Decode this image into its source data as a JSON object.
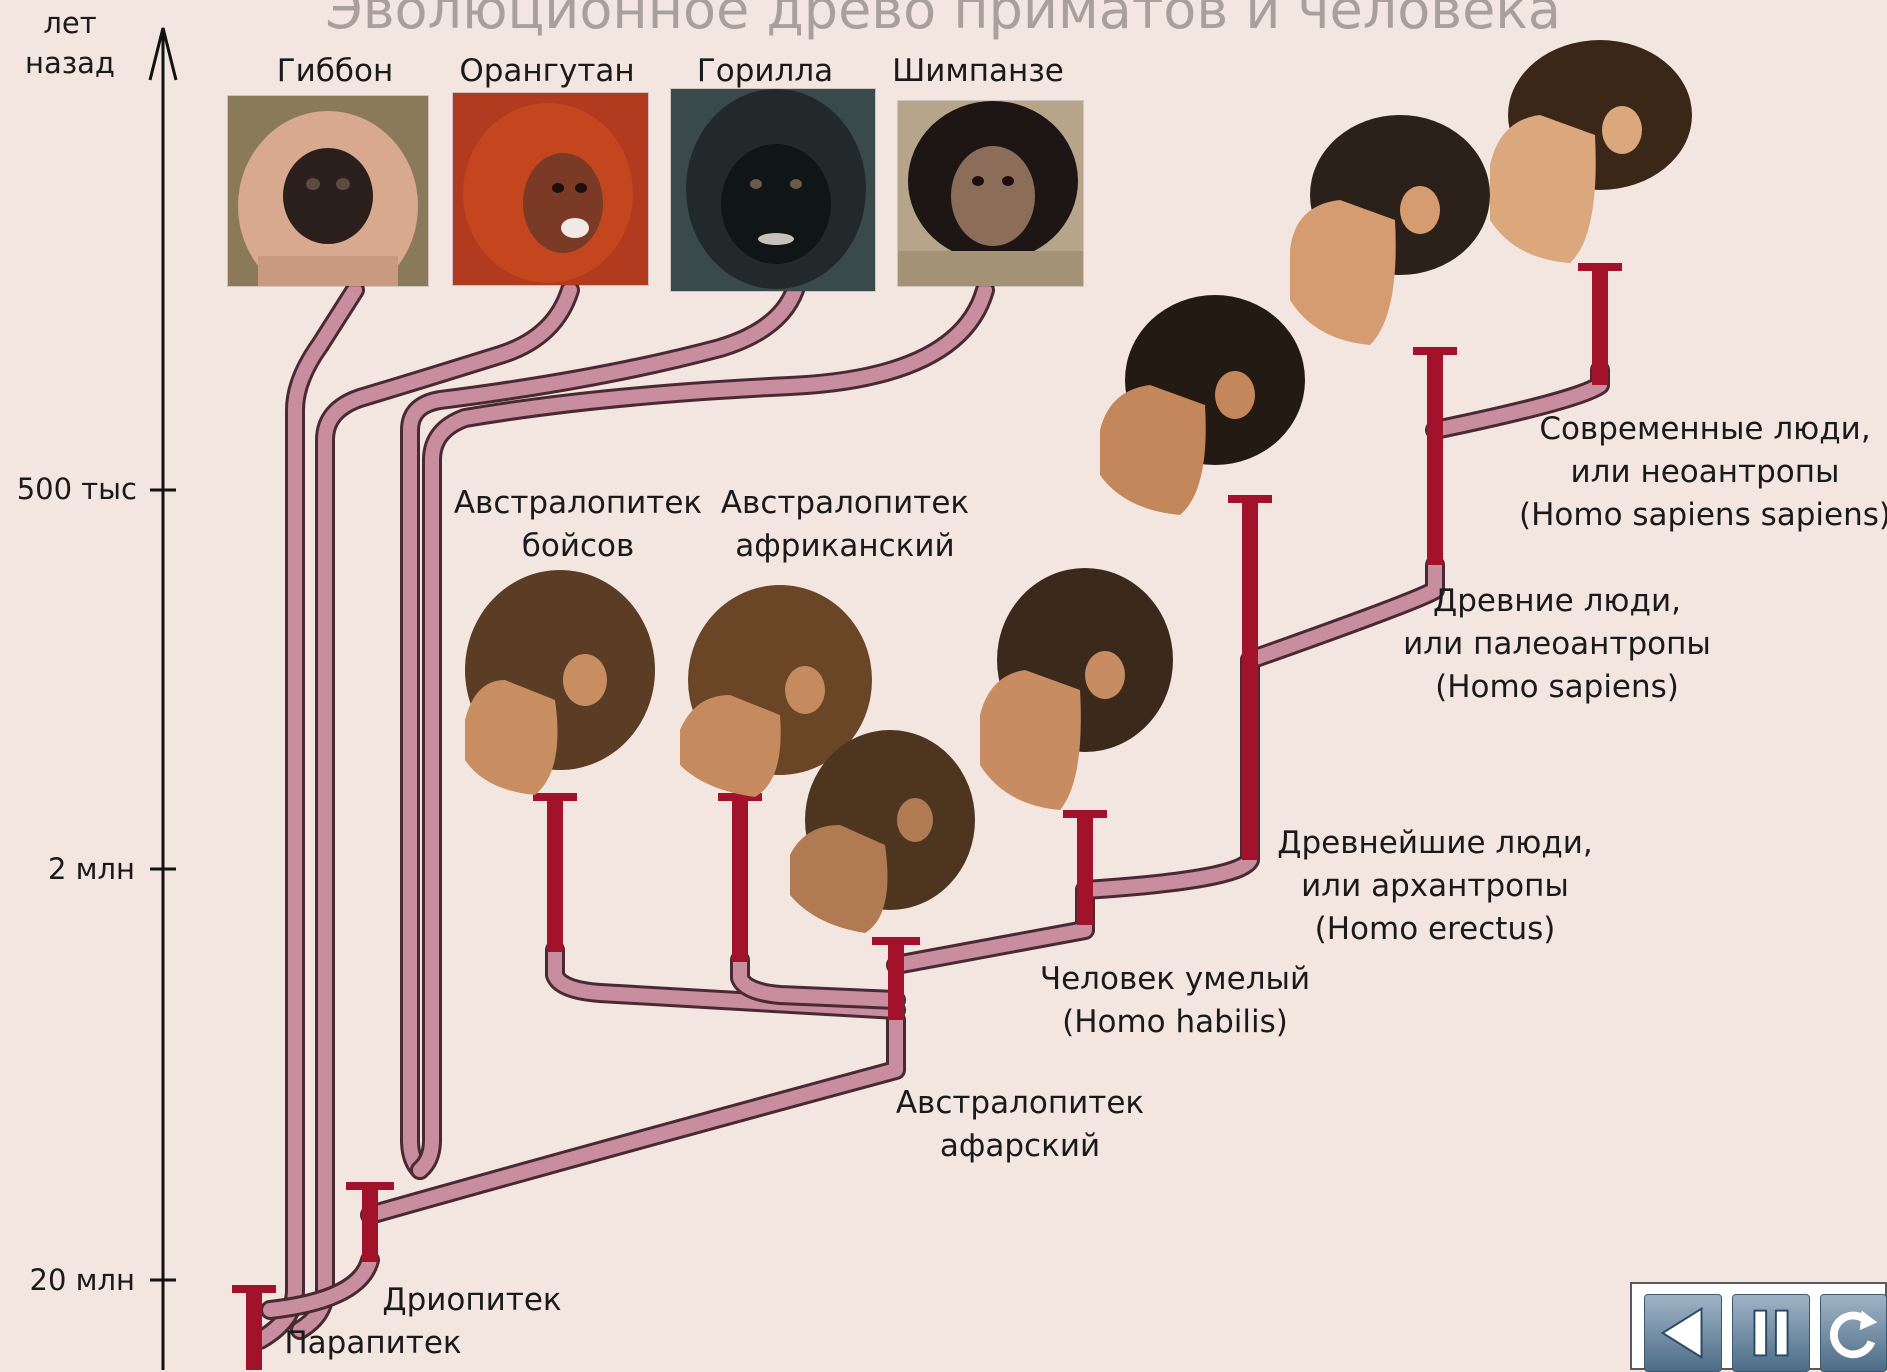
{
  "title": "Эволюционное древо приматов и человека",
  "axis": {
    "unit_line1": "лет",
    "unit_line2": "назад",
    "ticks": [
      {
        "label": "500 тыс"
      },
      {
        "label": "2 млн"
      },
      {
        "label": "20 млн"
      }
    ]
  },
  "apes": {
    "gibbon": "Гиббон",
    "orangutan": "Орангутан",
    "gorilla": "Горилла",
    "chimpanzee": "Шимпанзе"
  },
  "labels": {
    "boisei_1": "Австралопитек",
    "boisei_2": "бойсов",
    "africanus_1": "Австралопитек",
    "africanus_2": "африканский",
    "afarensis_1": "Австралопитек",
    "afarensis_2": "афарский",
    "habilis_1": "Человек умелый",
    "habilis_2": "(Homo habilis)",
    "erectus_1": "Древнейшие люди,",
    "erectus_2": "или архантропы",
    "erectus_3": "(Homo erectus)",
    "paleo_1": "Древние люди,",
    "paleo_2": "или палеоантропы",
    "paleo_3": "(Homo sapiens)",
    "neo_1": "Современные люди,",
    "neo_2": "или неоантропы",
    "neo_3": "(Homo sapiens sapiens)",
    "dryopithecus": "Дриопитек",
    "parapithecus": "Парапитек"
  },
  "colors": {
    "ape_branch": "#c98da0",
    "ape_branch_outline": "#4a2a32",
    "human_branch": "#a3122b",
    "background": "#f3e6e1"
  },
  "icons": {
    "back": "back-triangle-icon",
    "pause": "pause-icon",
    "replay": "replay-icon"
  }
}
